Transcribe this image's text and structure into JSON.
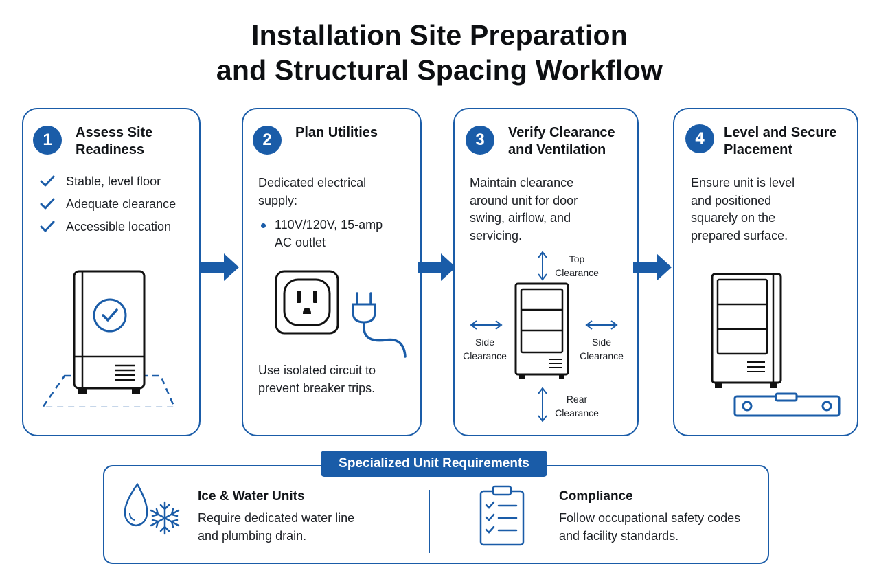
{
  "title": {
    "line1": "Installation Site Preparation",
    "line2": "and Structural Spacing Workflow"
  },
  "steps": [
    {
      "number": "1",
      "title": "Assess Site Readiness",
      "checklist": [
        "Stable, level floor",
        "Adequate clearance",
        "Accessible location"
      ],
      "icons": [
        "check-icon",
        "refrigerator-unit-icon",
        "floor-outline-icon"
      ]
    },
    {
      "number": "2",
      "title": "Plan Utilities",
      "intro": "Dedicated electrical supply:",
      "bullet": "110V/120V, 15-amp AC outlet",
      "note": "Use isolated circuit to prevent breaker trips.",
      "icons": [
        "electrical-outlet-icon",
        "power-plug-icon"
      ]
    },
    {
      "number": "3",
      "title": "Verify Clearance and Ventilation",
      "text": "Maintain clearance around unit for door swing, airflow, and servicing.",
      "labels": {
        "top": [
          "Top",
          "Clearance"
        ],
        "left": [
          "Side",
          "Clearance"
        ],
        "right": [
          "Side",
          "Clearance"
        ],
        "rear": [
          "Rear",
          "Clearance"
        ]
      },
      "icons": [
        "glass-door-cooler-icon",
        "double-arrow-icon"
      ]
    },
    {
      "number": "4",
      "title": "Level and Secure Placement",
      "text": "Ensure unit is level and positioned squarely on the prepared surface.",
      "icons": [
        "glass-door-cooler-icon",
        "spirit-level-icon"
      ]
    }
  ],
  "requirements": {
    "heading": "Specialized Unit Requirements",
    "items": [
      {
        "title": "Ice & Water Units",
        "text_line1": "Require dedicated water line",
        "text_line2": "and plumbing drain.",
        "icon": "water-drop-snowflake-icon"
      },
      {
        "title": "Compliance",
        "text_line1": "Follow occupational safety codes",
        "text_line2": "and facility standards.",
        "icon": "clipboard-checklist-icon"
      }
    ]
  },
  "colors": {
    "accent": "#1a5ca8",
    "text": "#111418",
    "background": "#ffffff"
  }
}
